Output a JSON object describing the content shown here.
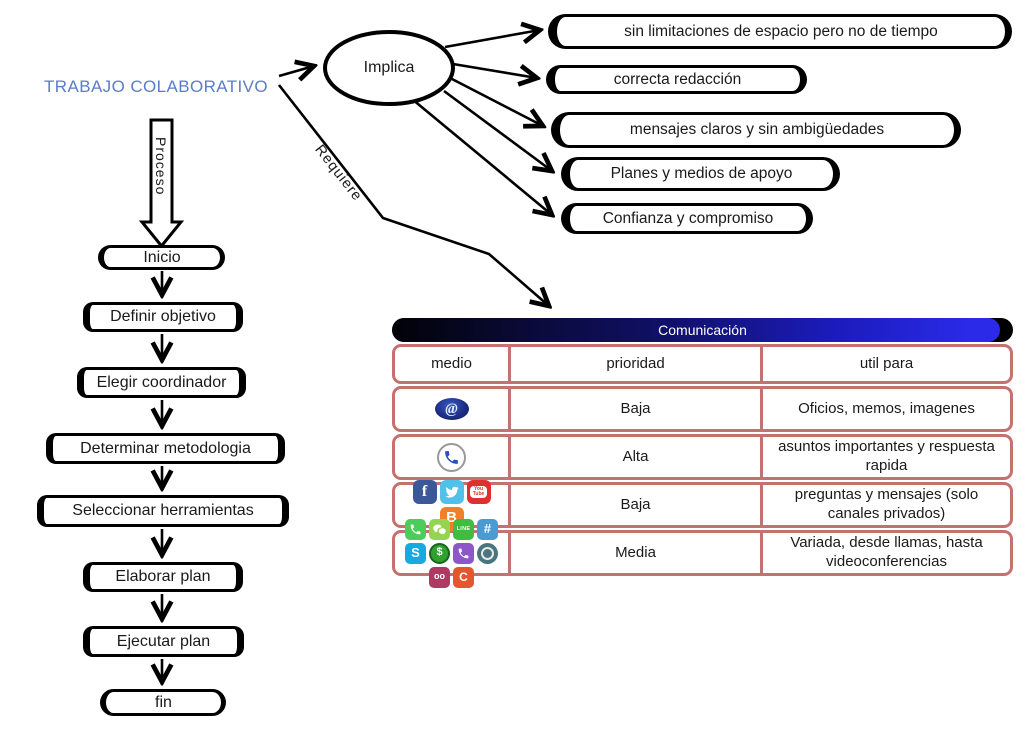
{
  "title": "TRABAJO COLABORATIVO",
  "implica": {
    "label": "Implica",
    "items": [
      "sin limitaciones de espacio pero no de tiempo",
      "correcta redacción",
      "mensajes claros y sin ambigüedades",
      "Planes y medios de apoyo",
      "Confianza y compromiso"
    ]
  },
  "requiere": {
    "label": "Requiere"
  },
  "proceso": {
    "label": "Proceso",
    "steps": [
      "Inicio",
      "Definir objetivo",
      "Elegir coordinador",
      "Determinar metodologia",
      "Seleccionar herramientas",
      "Elaborar plan",
      "Ejecutar plan",
      "fin"
    ]
  },
  "table": {
    "title": "Comunicación",
    "columns": [
      "medio",
      "prioridad",
      "util para"
    ],
    "rows": [
      {
        "icons": [
          "email"
        ],
        "prioridad": "Baja",
        "util": "Oficios, memos, imagenes"
      },
      {
        "icons": [
          "phone"
        ],
        "prioridad": "Alta",
        "util": "asuntos importantes y respuesta rapida"
      },
      {
        "icons": [
          "facebook",
          "twitter",
          "youtube",
          "blogger"
        ],
        "prioridad": "Baja",
        "util": "preguntas y mensajes (solo canales privados)"
      },
      {
        "icons": [
          "whatsapp",
          "wechat",
          "line",
          "hashtag-chat",
          "skype",
          "dollar-chat",
          "viber",
          "ring-chat",
          "goggles-chat",
          "c-chat"
        ],
        "prioridad": "Media",
        "util": "Variada, desde llamas, hasta videoconferencias"
      }
    ]
  },
  "icon_glyphs": {
    "email": "@",
    "facebook": "f",
    "youtube": "You Tube",
    "blogger": "B",
    "line": "LINE",
    "hashtag": "#",
    "skype": "S",
    "dollar": "$",
    "goggles": "oo",
    "cchat": "C"
  },
  "colors": {
    "title_blue": "#5a7dc8",
    "table_border": "#c4726f",
    "bar_blue_right": "#2a2ae8"
  }
}
